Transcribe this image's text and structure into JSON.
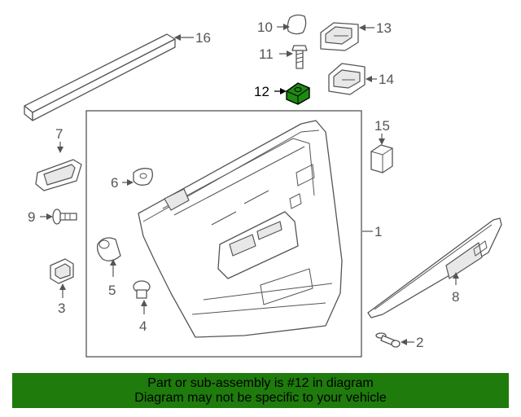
{
  "callouts": {
    "c1": "1",
    "c2": "2",
    "c3": "3",
    "c4": "4",
    "c5": "5",
    "c6": "6",
    "c7": "7",
    "c8": "8",
    "c9": "9",
    "c10": "10",
    "c11": "11",
    "c12": "12",
    "c13": "13",
    "c14": "14",
    "c15": "15",
    "c16": "16"
  },
  "highlighted_part": "12",
  "colors": {
    "highlight_part": "#1e8a12",
    "banner_background": "#1e7b0c",
    "line_art": "#555555"
  },
  "banner": {
    "line1": "Part or sub-assembly is #12 in diagram",
    "line2": "Diagram may not be specific to your vehicle"
  }
}
